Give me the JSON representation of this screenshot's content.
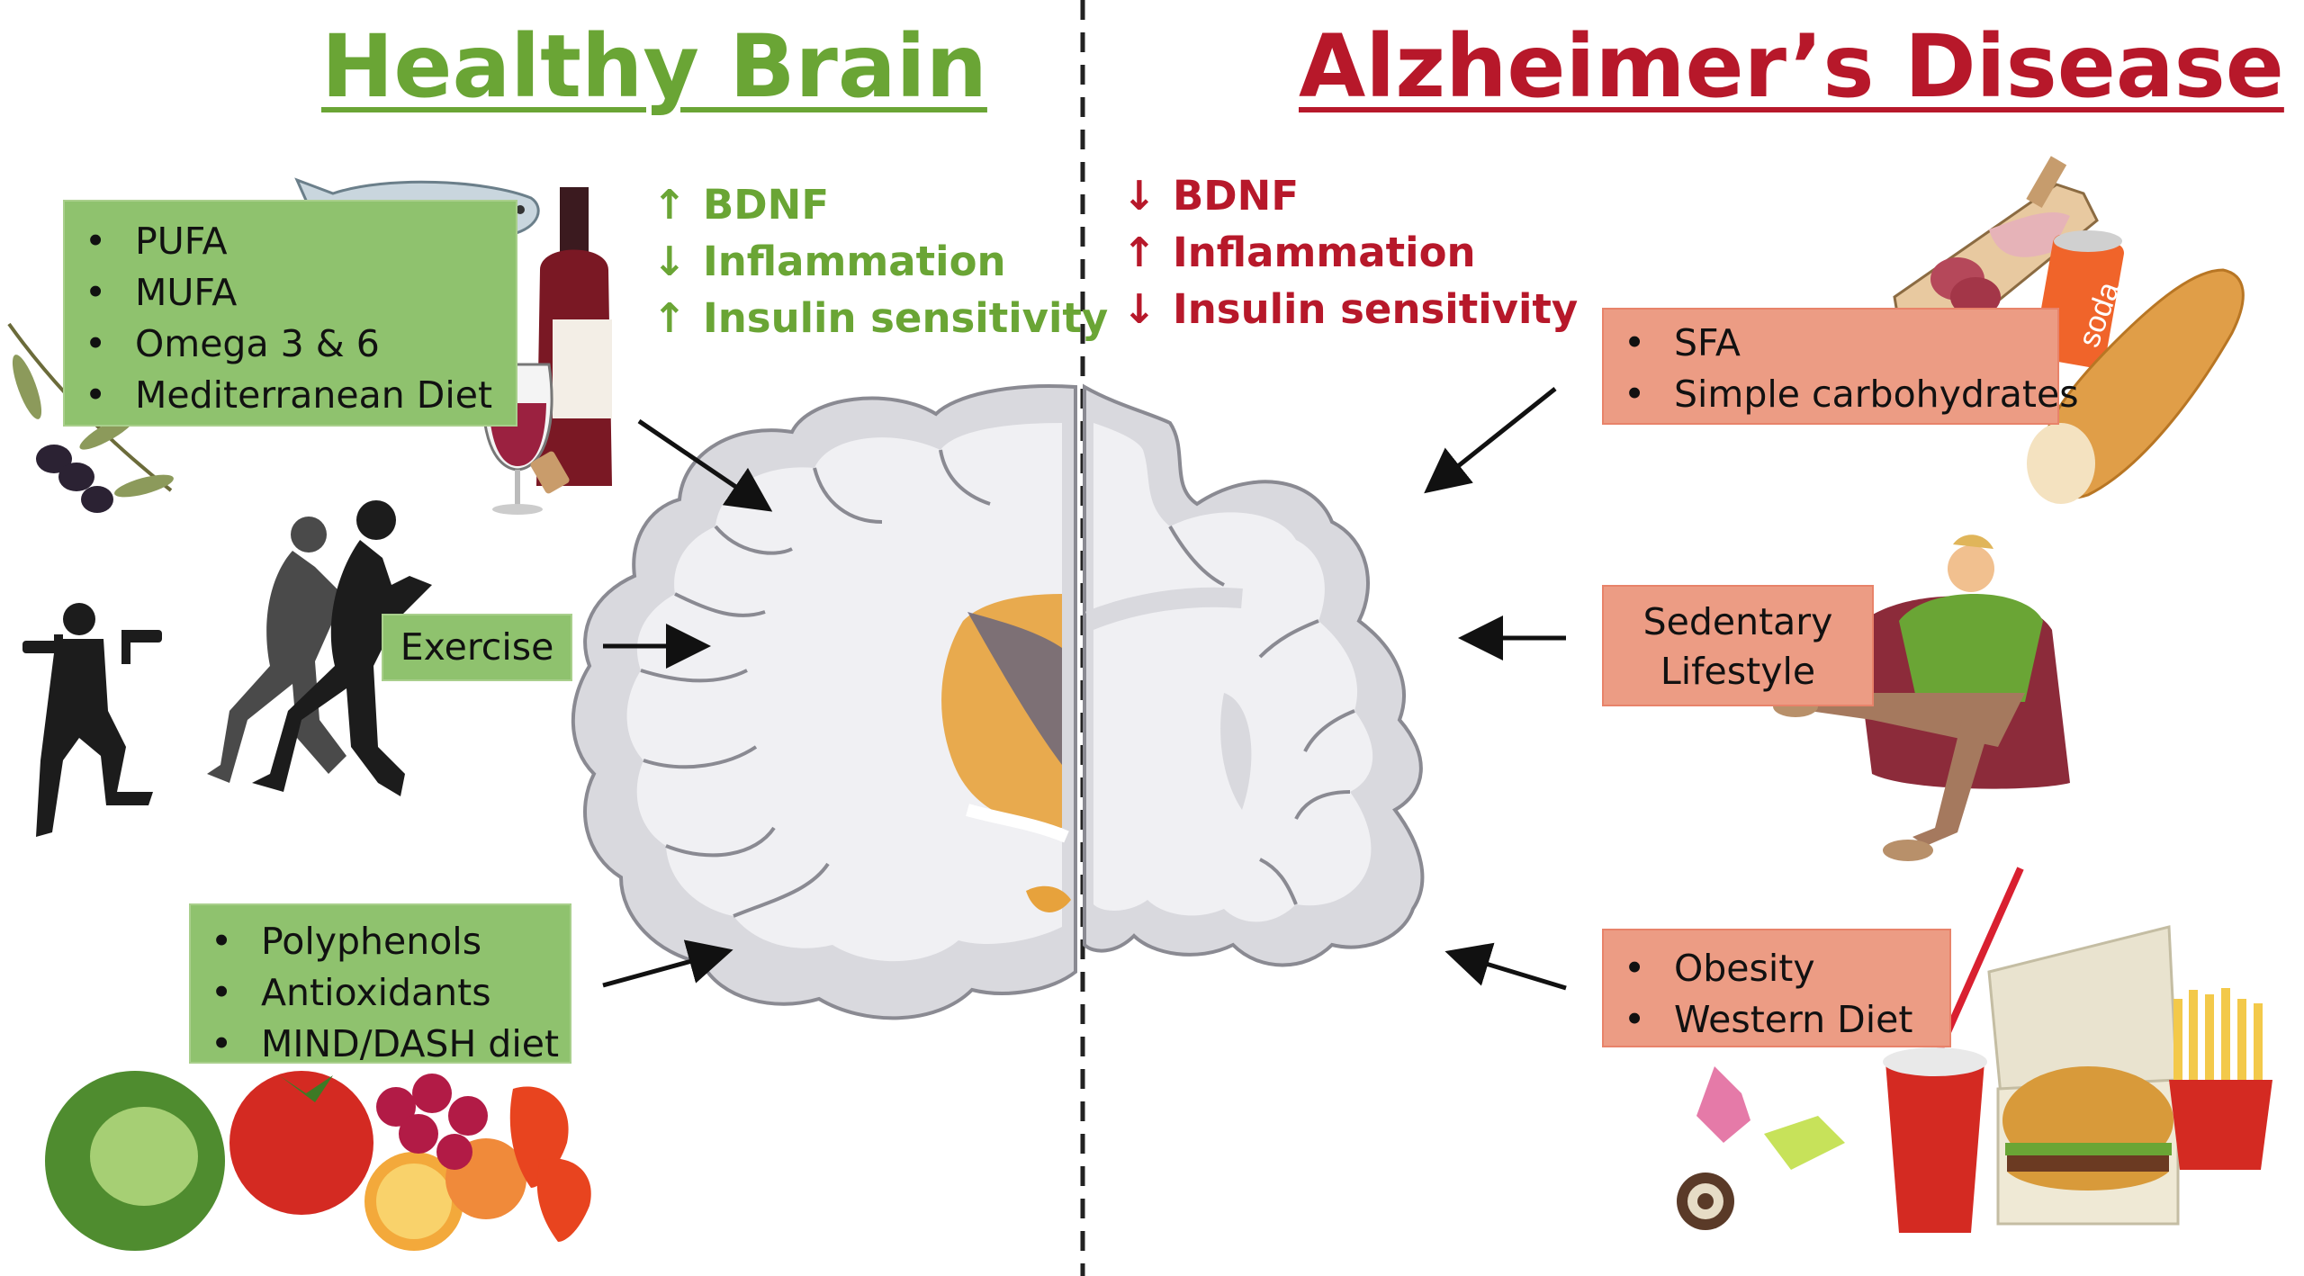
{
  "left_title": "Healthy Brain",
  "right_title": "Alzheimer’s Disease",
  "left_markers": [
    {
      "arrow": "↑",
      "text": "BDNF"
    },
    {
      "arrow": "↓",
      "text": "Inflammation"
    },
    {
      "arrow": "↑",
      "text": "Insulin sensitivity"
    }
  ],
  "right_markers": [
    {
      "arrow": "↓",
      "text": "BDNF"
    },
    {
      "arrow": "↑",
      "text": "Inflammation"
    },
    {
      "arrow": "↓",
      "text": "Insulin sensitivity"
    }
  ],
  "fat_box": {
    "items": [
      "PUFA",
      "MUFA",
      "Omega 3 & 6",
      "Mediterranean Diet"
    ]
  },
  "exercise_box": {
    "label": "Exercise"
  },
  "polyphenol_box": {
    "items": [
      "Polyphenols",
      "Antioxidants",
      "MIND/DASH diet"
    ]
  },
  "sfa_box": {
    "items": [
      "SFA",
      "Simple carbohydrates"
    ]
  },
  "sedentary_box": {
    "line1": "Sedentary",
    "line2": "Lifestyle"
  },
  "obesity_box": {
    "items": [
      "Obesity",
      "Western Diet"
    ]
  },
  "soda_label": "soda",
  "colors": {
    "healthy_green": "#6aa535",
    "disease_red": "#b7182a",
    "green_box": "#8fc26e",
    "red_box": "#ec9c84"
  }
}
